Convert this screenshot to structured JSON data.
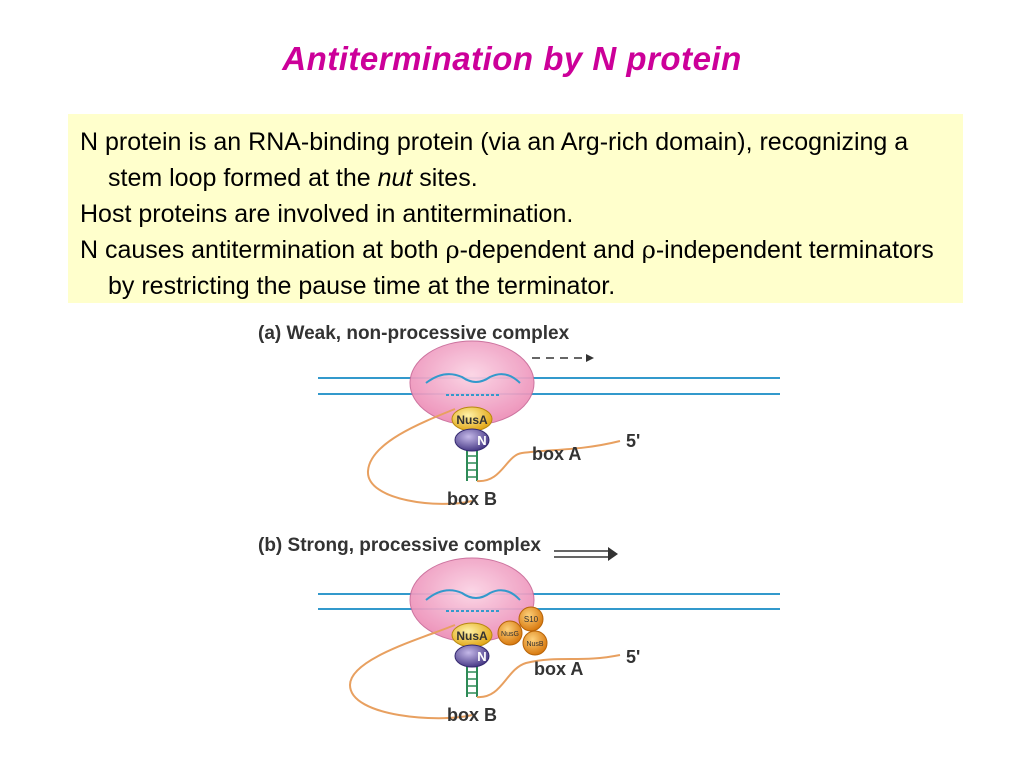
{
  "title": "Antitermination by N protein",
  "text_box": {
    "p1_a": "N protein is an RNA-binding protein (via an Arg-rich domain), recognizing a stem loop formed at the ",
    "p1_italic": "nut",
    "p1_b": " sites.",
    "p2": "Host proteins are involved in antitermination.",
    "p3_a": "N causes antitermination at both ",
    "p3_rho1": "ρ",
    "p3_b": "-dependent and ",
    "p3_rho2": "ρ",
    "p3_c": "-independent terminators by restricting the pause time at the terminator."
  },
  "figure": {
    "panel_a": {
      "heading": "(a)  Weak, non-processive complex",
      "nusa": "NusA",
      "n": "N",
      "box_a": "box A",
      "box_b": "box B",
      "five_prime": "5'"
    },
    "panel_b": {
      "heading": "(b)  Strong, processive complex",
      "nusa": "NusA",
      "n": "N",
      "s10": "S10",
      "nusg": "NusG",
      "nusb": "NusB",
      "box_a": "box A",
      "box_b": "box B",
      "five_prime": "5'"
    }
  },
  "colors": {
    "title": "#cc0099",
    "text_box_bg": "#ffffcc",
    "dna": "#3399cc",
    "rnap": "#f4a6c8",
    "nusa": "#f2c43c",
    "n_protein": "#7a68b0",
    "rna": "#e8a060",
    "accessory": "#f0a030"
  }
}
